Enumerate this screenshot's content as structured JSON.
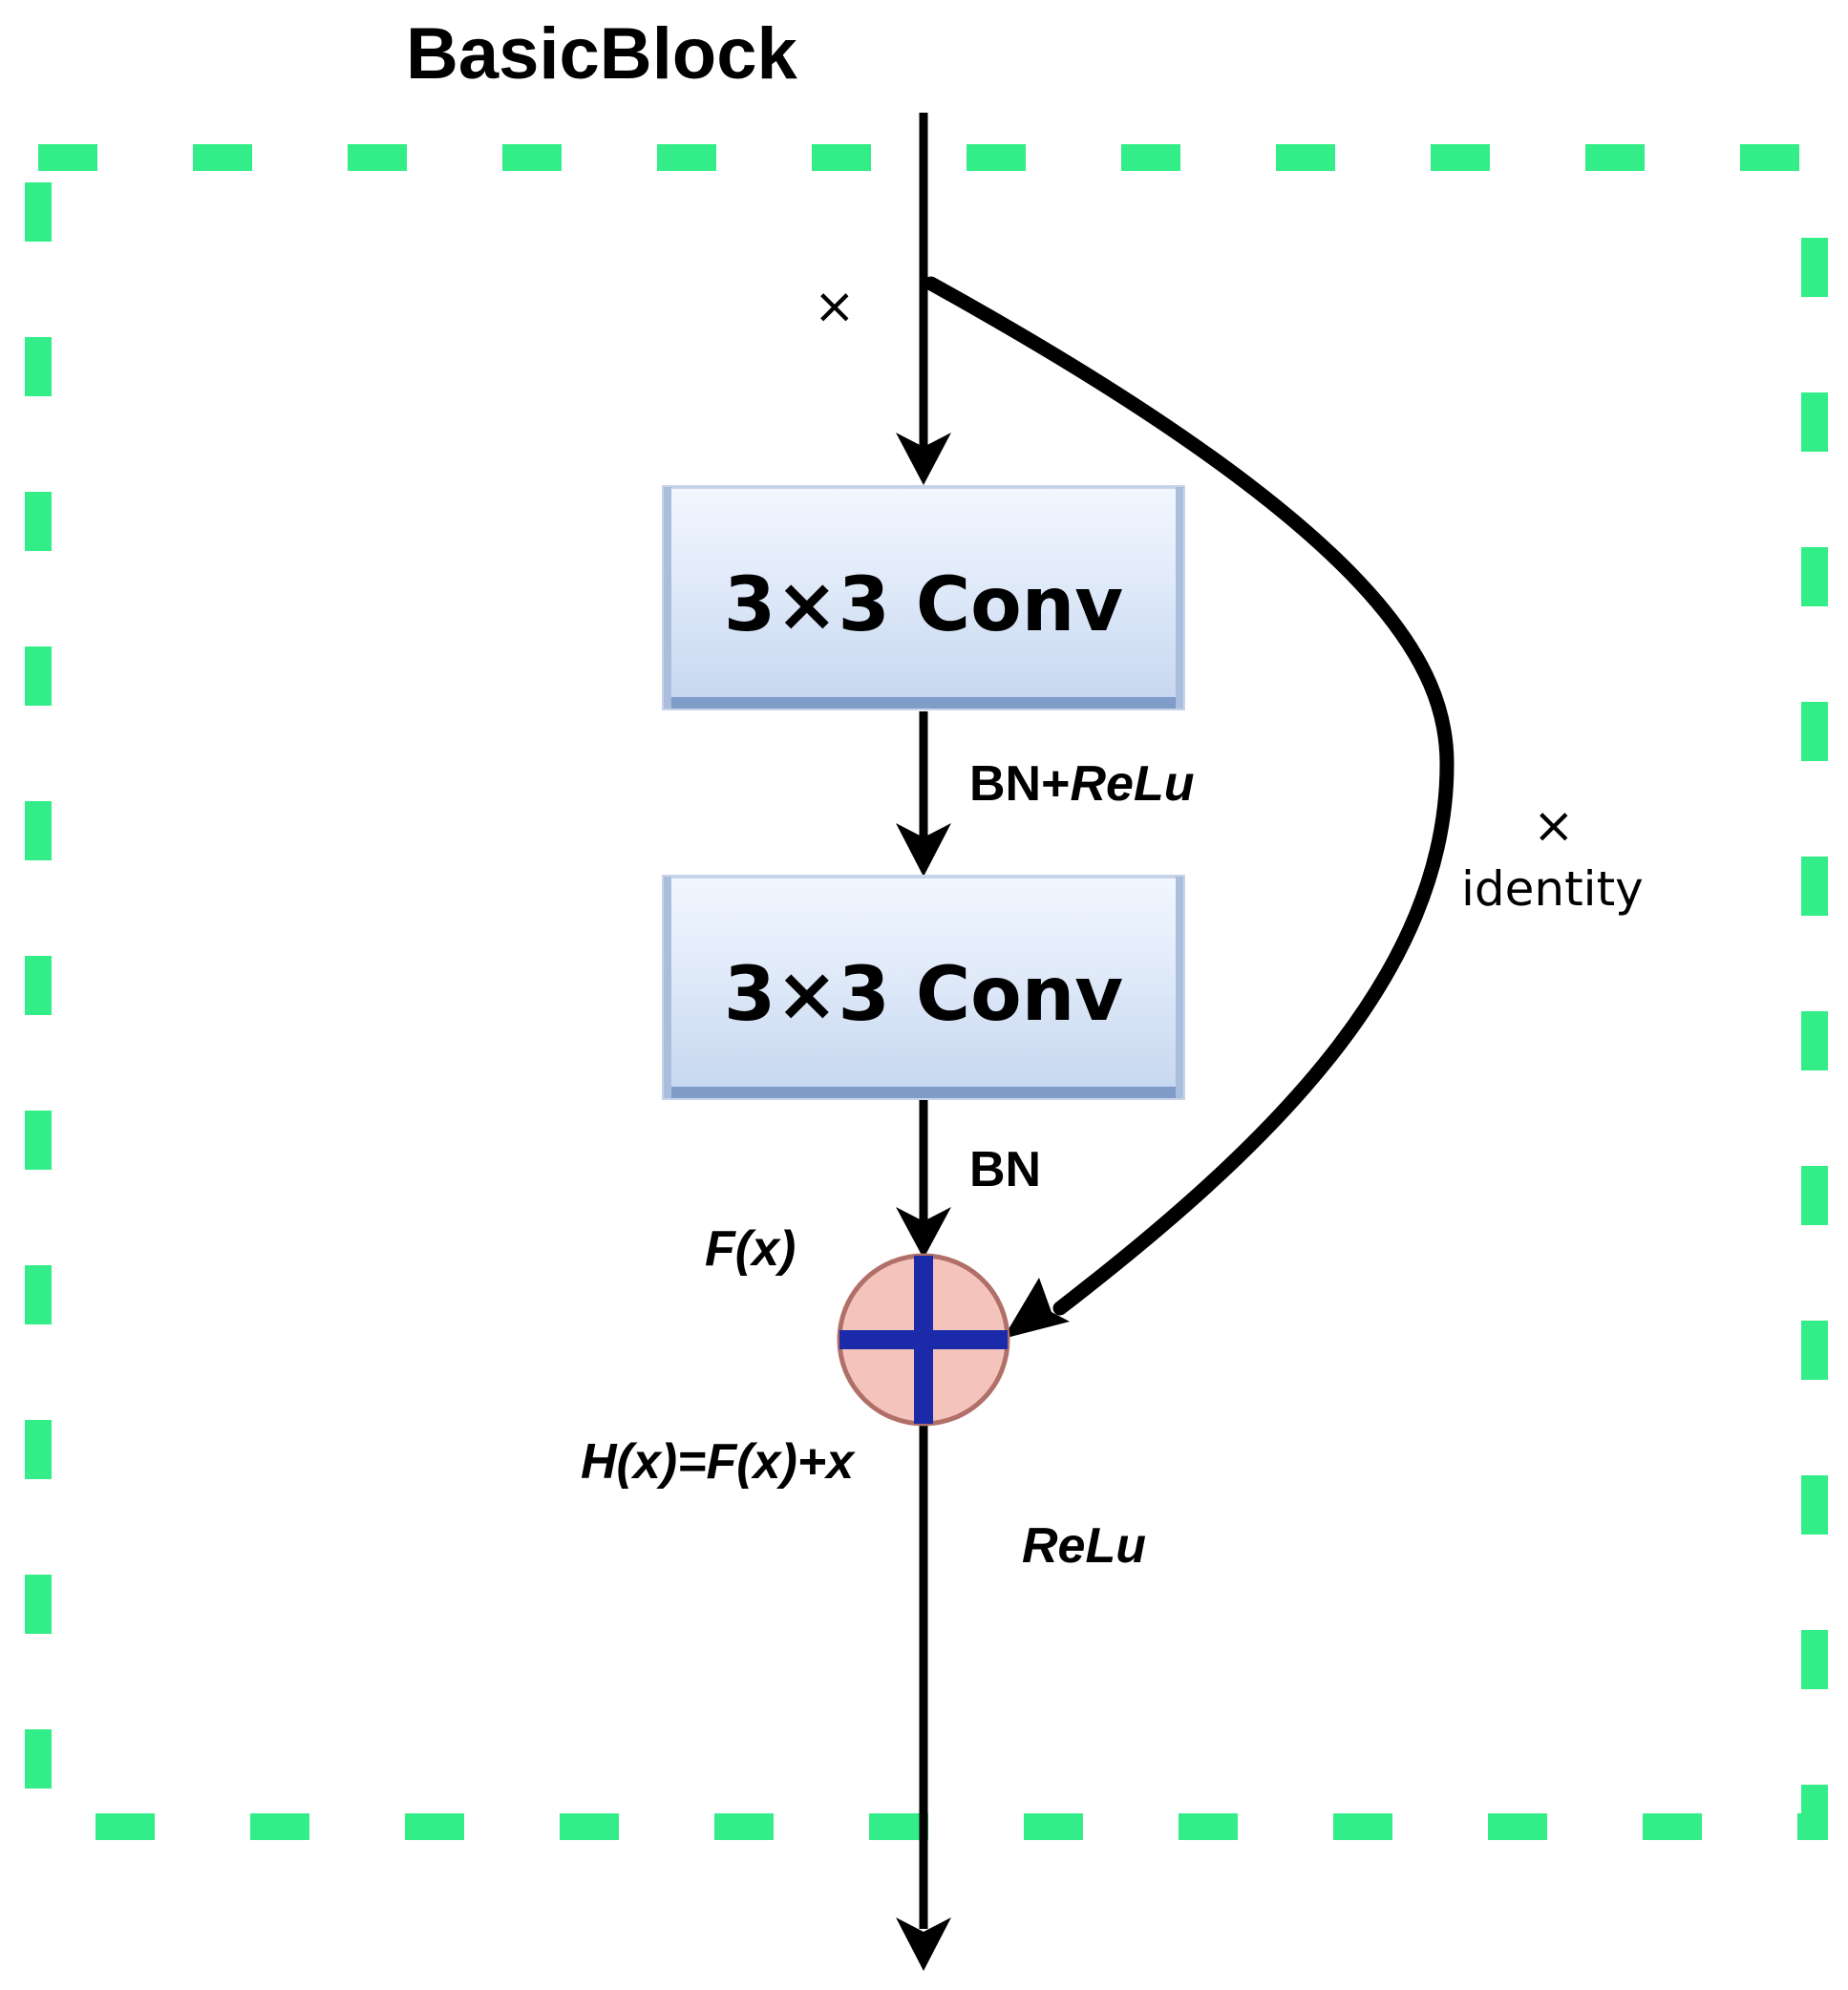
{
  "title": "BasicBlock",
  "conv1": {
    "label": "3×3 Conv"
  },
  "conv2": {
    "label": "3×3 Conv"
  },
  "input_label": "×",
  "after_conv1": {
    "bn": "BN+",
    "relu": "ReLu"
  },
  "after_conv2": "BN",
  "residual_label": "F(x)",
  "sum_label": "H(x)=F(x)+x",
  "output_activation": "ReLu",
  "shortcut": {
    "symbol": "×",
    "label": "identity"
  },
  "colors": {
    "dashed_border": "#33ee88",
    "conv_box_fill_top": "#f2f7ff",
    "conv_box_fill_bottom": "#c4d6ef",
    "conv_box_edge": "#7f9dc8",
    "adder_fill": "#f4c4bc",
    "adder_edge": "#b07068",
    "adder_cross": "#1a2aa8",
    "lines": "#000000"
  }
}
